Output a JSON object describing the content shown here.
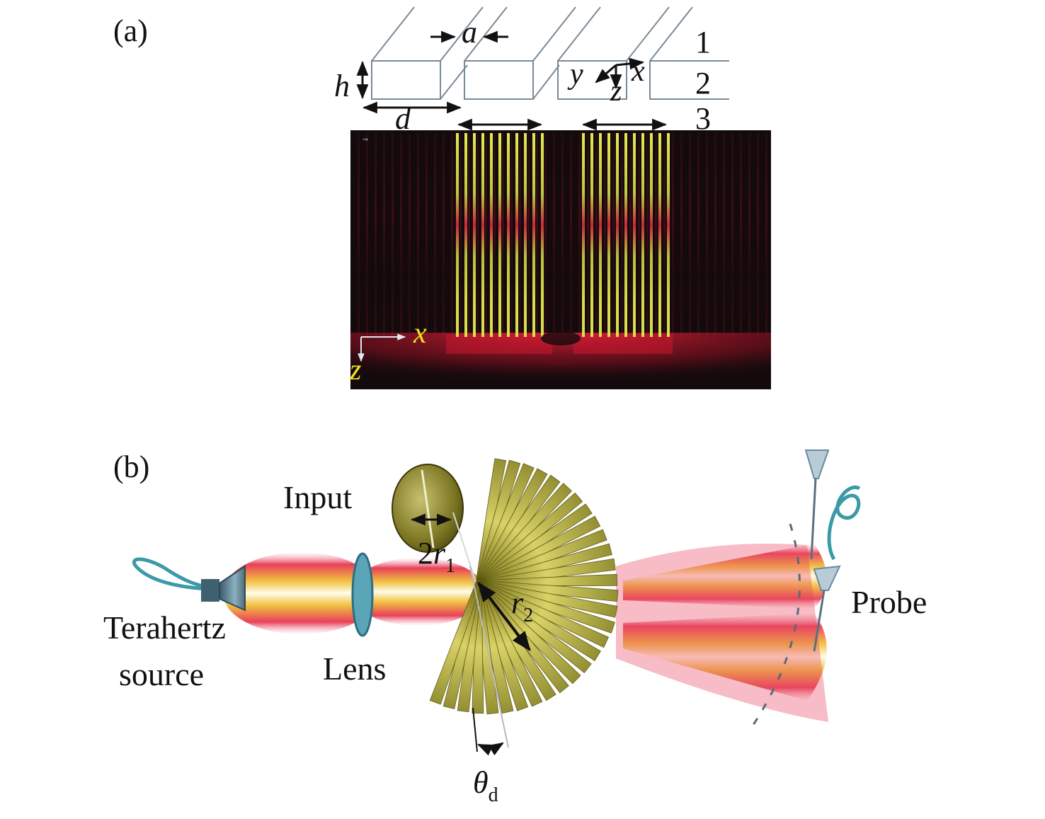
{
  "panel_a": {
    "label": "(a)",
    "dimension_labels": {
      "a": "a",
      "h": "h",
      "d": "d"
    },
    "layer_labels": [
      "1",
      "2",
      "3"
    ],
    "axis_labels_3d": {
      "y": "y",
      "z": "z",
      "x": "x"
    },
    "field_plot": {
      "axis_x": "x",
      "axis_z": "z",
      "colors": {
        "background": "#140a0c",
        "stripe": "#d8e04a",
        "glow": "#e0203a",
        "axis_text": "#f0e020"
      }
    }
  },
  "panel_b": {
    "label": "(b)",
    "source_label": [
      "Terahertz",
      "source"
    ],
    "lens_label": "Lens",
    "input_label": "Input",
    "probe_label": "Probe",
    "r1_label": {
      "prefix": "2",
      "var": "r",
      "sub": "1"
    },
    "r2_label": {
      "var": "r",
      "sub": "2"
    },
    "theta_label": {
      "var": "θ",
      "sub": "d"
    },
    "colors": {
      "beam_outer": "#e8405a",
      "beam_mid": "#f0d040",
      "beam_core": "#fffde0",
      "lens": "#5aa6b8",
      "fins": "#b8b040",
      "cable": "#3a9aa8"
    }
  }
}
